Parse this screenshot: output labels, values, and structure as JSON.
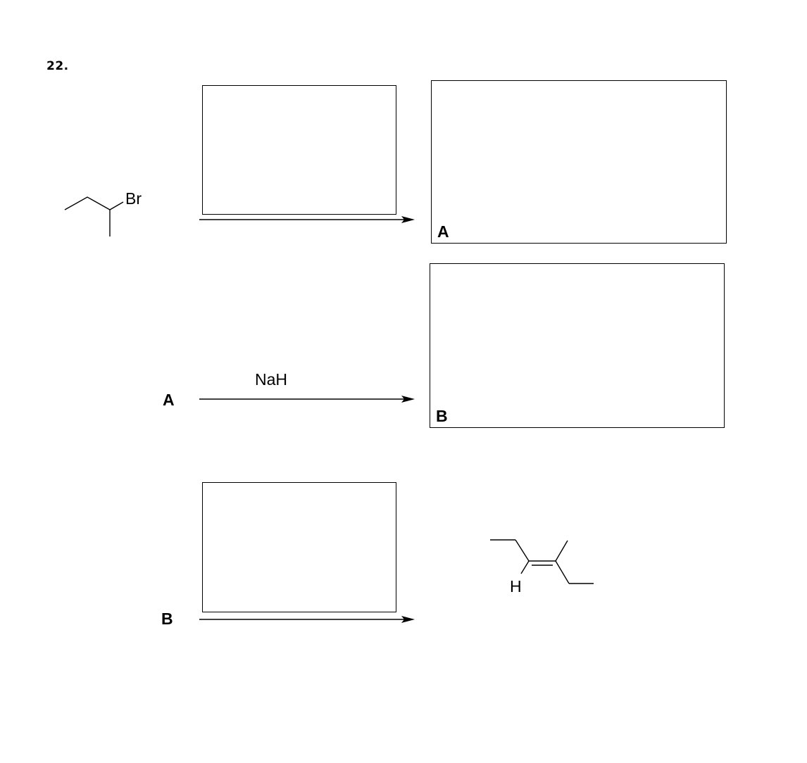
{
  "question": {
    "number": "22."
  },
  "reaction1": {
    "starting_material_label": "Br",
    "product_box_label": "A"
  },
  "reaction2": {
    "reactant_label": "A",
    "reagent": "NaH",
    "product_box_label": "B"
  },
  "reaction3": {
    "reactant_label": "B",
    "product_atom_label": "H"
  },
  "colors": {
    "ink": "#000000",
    "background": "#ffffff"
  }
}
